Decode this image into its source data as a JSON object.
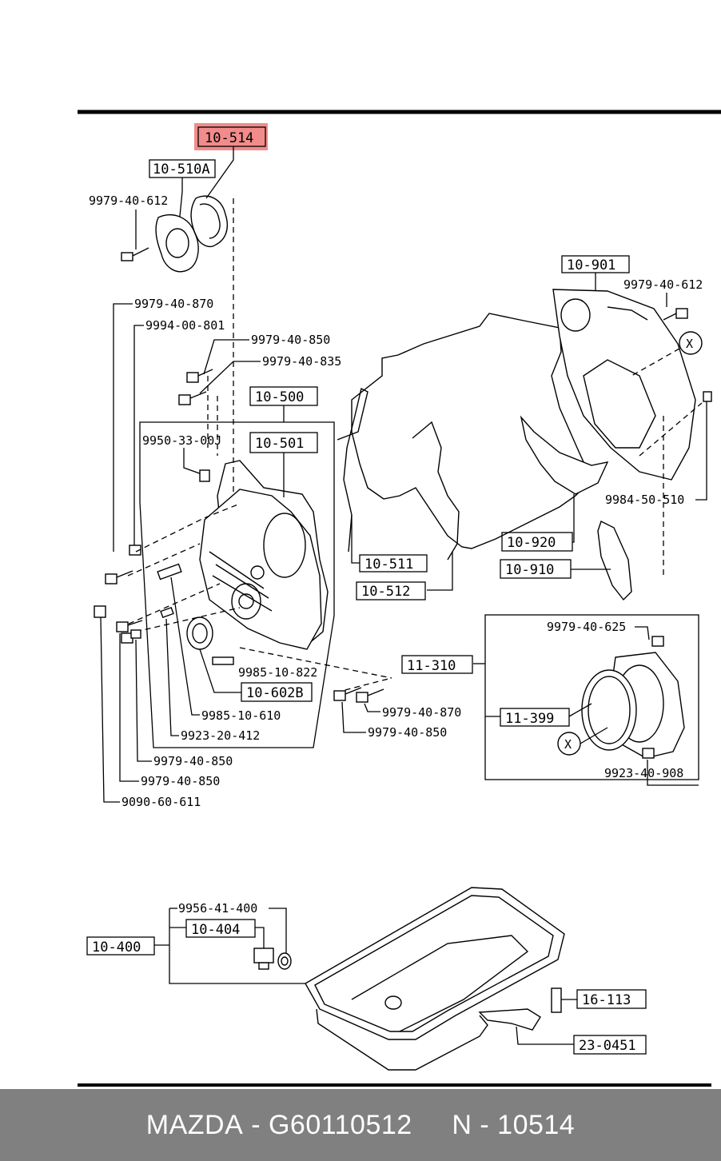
{
  "highlight_color": "#f28b8b",
  "footer_bg": "#808080",
  "footer": {
    "brand": "MAZDA",
    "part_number": "G60110512",
    "ref": "N - 10514"
  },
  "labels": {
    "p10_514": "10-514",
    "p10_510A": "10-510A",
    "p9979_40_612a": "9979-40-612",
    "p9979_40_870a": "9979-40-870",
    "p9994_00_801": "9994-00-801",
    "p9979_40_850a": "9979-40-850",
    "p9979_40_835": "9979-40-835",
    "p10_500": "10-500",
    "p10_501": "10-501",
    "p9950_33_00J": "9950-33-00J",
    "p10_901": "10-901",
    "p9979_40_612b": "9979-40-612",
    "p9984_50_510": "9984-50-510",
    "p10_920": "10-920",
    "p10_910": "10-910",
    "p10_511": "10-511",
    "p10_512": "10-512",
    "p9979_40_625": "9979-40-625",
    "p11_310": "11-310",
    "p11_399": "11-399",
    "p9923_40_908": "9923-40-908",
    "p9985_10_822": "9985-10-822",
    "p10_602B": "10-602B",
    "p9985_10_610": "9985-10-610",
    "p9923_20_412": "9923-20-412",
    "p9979_40_850b": "9979-40-850",
    "p9979_40_850c": "9979-40-850",
    "p9090_60_611": "9090-60-611",
    "p9979_40_870b": "9979-40-870",
    "p9979_40_850d": "9979-40-850",
    "p9956_41_400": "9956-41-400",
    "p10_404": "10-404",
    "p10_400": "10-400",
    "p16_113": "16-113",
    "p23_0451": "23-0451",
    "x_marker": "X"
  }
}
